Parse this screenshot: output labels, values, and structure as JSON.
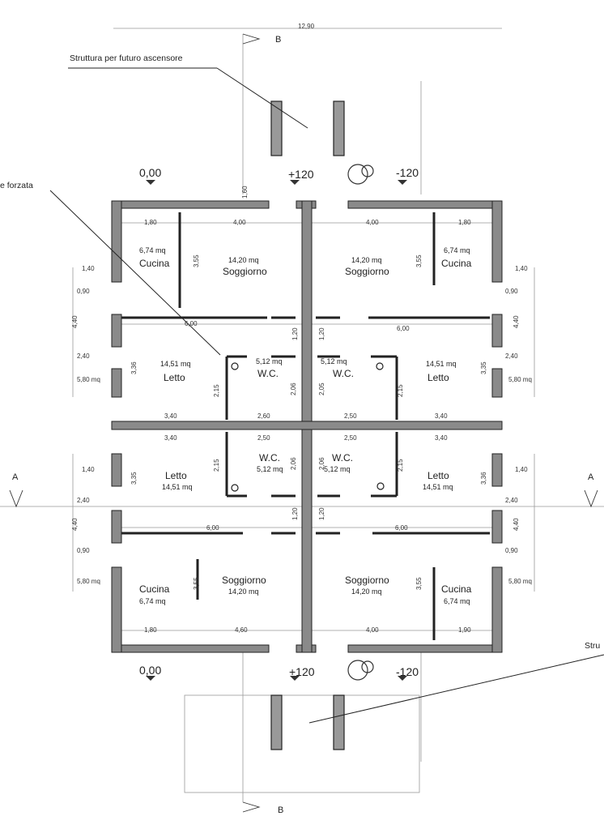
{
  "overall_dim": "12,90",
  "notes": {
    "top": "Struttura per futuro ascensore",
    "left": "e forzata",
    "bottom": "Stru"
  },
  "sections": {
    "b": "B",
    "a": "A"
  },
  "levels": {
    "zero": "0,00",
    "plus": "+120",
    "minus": "-120"
  },
  "rooms": {
    "cucina": "Cucina",
    "soggiorno": "Soggiorno",
    "letto": "Letto",
    "wc": "W.C.",
    "cucina_area": "6,74 mq",
    "soggiorno_area": "14,20 mq",
    "letto_area": "14,51 mq",
    "wc_area": "5,12 mq"
  },
  "dims": {
    "d180": "1,80",
    "d190": "1,90",
    "d400": "4,00",
    "d460": "4,60",
    "d355": "3,55",
    "d600": "6,00",
    "d120": "1,20",
    "d336": "3,36",
    "d335": "3,35",
    "d215": "2,15",
    "d206": "2,06",
    "d205": "2,05",
    "d340": "3,40",
    "d250": "2,50",
    "d260": "2,60",
    "d140": "1,40",
    "d440": "4,40",
    "d580": "5,80 mq",
    "d090": "0,90",
    "d240": "2,40",
    "d160": "1,60"
  }
}
